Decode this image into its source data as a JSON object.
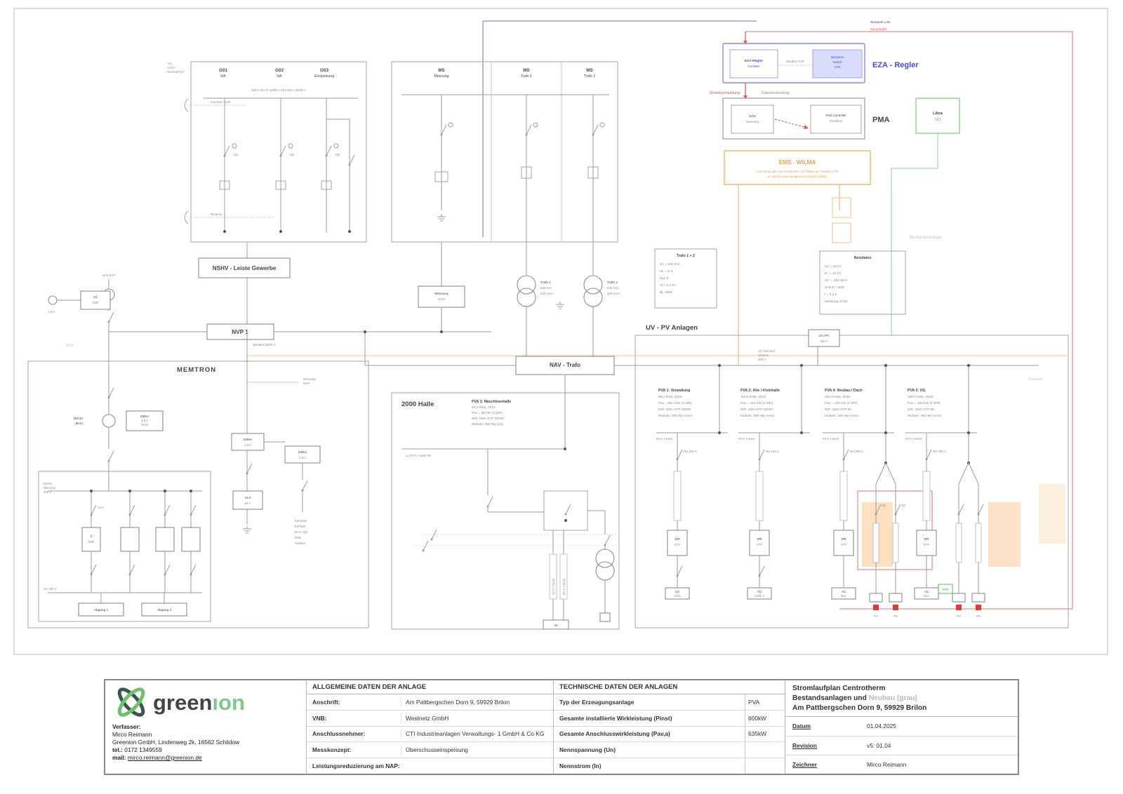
{
  "diagram": {
    "corner_note": [
      "-K1",
      "10 kV",
      "NA2XS(F)2Y"
    ],
    "gewerbe": {
      "headers": [
        [
          "G01",
          "HA"
        ],
        [
          "G02",
          "HA"
        ],
        [
          "G03",
          "Einspeisung"
        ]
      ],
      "field_row": "630 A      NH 3~      630/5 A      NH 250 A      250/5 A",
      "dash_top": "von Netz / UW",
      "dash_bottom": "Reserve",
      "q_labels": [
        "-Q1",
        "-Q2",
        "-Q3"
      ],
      "label_box": "NSHV - Leiste Gewerbe"
    },
    "metering": {
      "nvp_box": "NVP 1",
      "wandler": "Wandler 600/5 A",
      "meter_box": [
        "Z1",
        "kWh"
      ],
      "obis": "1.8.0",
      "src": "vom NVP",
      "gray": "NVP"
    },
    "memtron": {
      "title": "MEMTRON",
      "meter_lines": [
        "Zähler",
        "2.8.0",
        "RLM"
      ],
      "left_note": [
        "NSHV",
        "Büro"
      ],
      "sub_top": [
        "NSHV",
        "Memtron",
        "400 V"
      ],
      "sub_bottom": "UV 400 V",
      "fuse_label": "16 A",
      "mid_box": [
        "Z",
        "kWh"
      ],
      "outgoing": [
        "Abgang 1",
        "Abgang 2"
      ],
      "mid_box1": [
        "Zähler",
        "1.8.0"
      ],
      "mid_box2": [
        "Zähler",
        "2.8.0"
      ],
      "mid_box3": [
        "SLS",
        "63 A"
      ],
      "nap_note": [
        "Messung",
        "NAP"
      ],
      "mid_note": [
        "Kaskade",
        "EnFluRi",
        "60 % dyn.",
        "RSE",
        "Modbus"
      ]
    },
    "ms": {
      "headers": [
        [
          "MS",
          "Messung"
        ],
        [
          "MS",
          "Trafo 1"
        ],
        [
          "MS",
          "Trafo 2"
        ]
      ],
      "messung_box": [
        "Messung",
        "10 kV"
      ],
      "trafo1": [
        "Trafo 1",
        "630 kVA",
        "10/0,4 kV"
      ],
      "trafo2": [
        "Trafo 2",
        "630 kVA",
        "10/0,4 kV"
      ],
      "nav_box": "NAV - Trafo",
      "databox1_title": "Trafo 1 + 2",
      "databox1": [
        "Sn = 630 kVA",
        "uk = 6 %",
        "Dyn 5",
        "10 / 0,4 kV",
        "Bj. 1996"
      ],
      "databox2_title": "Netzdaten",
      "databox2": [
        "Un = 10 kV",
        "Ik'' = 16 kA",
        "Sk'' = 280 MVA",
        "Schutz: UMZ",
        "t = 0,3 s",
        "Messung: RLM"
      ]
    },
    "halle": {
      "title": "2000 Halle",
      "pva3": [
        "PVA 3:  Maschinenhalle",
        "84,2 kWp,  2012",
        "Pav = 68 kW  (3 WR)",
        "WR:  SMA STP 20000",
        "Module:  260 Wp poly"
      ],
      "bus_note": "L1   NYY-J 4x50   SE",
      "cable1": "NYY-J 5x16",
      "cable2": "NYY-J 5x16",
      "small_box": "AV"
    },
    "pv": {
      "section_title": "UV - PV Anlagen",
      "feed_box": [
        "UV PV",
        "250 A"
      ],
      "feed_note": [
        "AC-Sammel-",
        "schiene",
        "400 V"
      ],
      "groups": [
        {
          "header": [
            "PVA 1:  Verwaltung",
            "99,4 kWp,  2016",
            "Pav = 99,4 kW  (4 WR)",
            "WR:  SMA STP 25000",
            "Module:  380 Wp mono"
          ],
          "fuse": "NH 160 A",
          "wr": [
            "WR",
            "STP"
          ],
          "end": [
            "UV",
            "Verw."
          ],
          "cable": "NYY-J 5x16"
        },
        {
          "header": [
            "PVA 2:  Alte / Kleinhalle",
            "119,6 kWp,  2018",
            "Pav = 110 kW  (4 WR)",
            "WR:  SMA STP 25000",
            "Module:  380 Wp mono"
          ],
          "fuse": "NH 160 A",
          "wr": [
            "WR",
            "STP"
          ],
          "end": [
            "UV",
            "Halle 2"
          ],
          "cable": "NYY-J 5x16"
        },
        {
          "header": [
            "PVA 4:  Neubau / Dach",
            "201,6 kWp,  2025",
            "Pav = 184 kW  (2 WR)",
            "WR:  SMA STP 50",
            "Module:  460 Wp mono"
          ],
          "fuse": "NH 250 A",
          "wr": [
            "WR",
            "STP"
          ],
          "end": [
            "AC",
            "Box"
          ],
          "cable": "NYY-J 5x25"
        },
        {
          "header": [
            "PVA 5:  UG",
            "198,0 kWp,  2025",
            "Pav = 184 kW  (2 WR)",
            "WR:  SMA STP 50",
            "Module:  460 Wp mono"
          ],
          "fuse": "NH 250 A",
          "wr": [
            "WR",
            "STP"
          ],
          "end": [
            "AC",
            "Box"
          ],
          "cable": "NYY-J 5x25"
        }
      ],
      "branch_labels": [
        "-Q1",
        "-Q2"
      ],
      "dc_label": "PV",
      "green_tag": "SPD",
      "gray_note": "Bestandsanlage",
      "reserve_note": "Reserve"
    },
    "control": {
      "eza_inner1": [
        "EZA-Regler",
        "ComBox"
      ],
      "eza_inner2": [
        "Netzwerk",
        "Switch",
        "LAN"
      ],
      "eza_link": "Modbus TCP",
      "eza_title": "EZA - Regler",
      "red_note": "Direktvermarktung",
      "data_note": "Datenverbindung",
      "ppc_inner1": [
        "EZS",
        "Messung"
      ],
      "ppc_inner2": [
        "Park Controller",
        "(Modbus)"
      ],
      "ppc_title": "PMA",
      "green_box": [
        "Libra",
        "GO"
      ],
      "ems_title": "EMS - WiLMA",
      "ems_sub1": "Anbindung aller Wechselrichter und Zähler per Modbus TCP",
      "ems_sub2": "an das Energiemanagement-System (EMS)",
      "top_black_note": "Netzwerk LAN",
      "top_red_note": "Steuerkabel"
    }
  },
  "titleblock": {
    "brand": {
      "word1": "green",
      "word2": "ıon"
    },
    "author": {
      "heading": "Verfasser:",
      "name": "Mirco Reimann",
      "company": "Greenion GmbH, Lindenweg 2k, 16562 Schildow",
      "tel_label": "tel.:",
      "tel": "0172 1349559",
      "mail_label": "mail:",
      "mail": "mirco.reimann@greenion.de"
    },
    "general": {
      "title": "ALLGEMEINE DATEN DER ANLAGE",
      "rows": [
        {
          "label": "Anschrift:",
          "value": "Am Pattbergschen Dorn 9, 59929 Brilon"
        },
        {
          "label": "VNB:",
          "value": "Westnetz GmbH"
        },
        {
          "label": "Anschlussnehmer:",
          "value": "CTI Industrieanlagen Verwaltungs- 1 GmbH & Co KG"
        },
        {
          "label": "Messkonzept:",
          "value": "Überschusseinspeisung"
        },
        {
          "label": "Leistungsreduzierung am NAP:",
          "value": ""
        }
      ]
    },
    "technical": {
      "title": "TECHNISCHE DATEN DER ANLAGEN",
      "rows": [
        {
          "label": "Typ der Erzeugungsanlage",
          "value": "PVA"
        },
        {
          "label": "Gesamte installierte Wirkleistung (Pinst)",
          "value": "600kW"
        },
        {
          "label": "Gesamte Anschlusswirkleistung (Pav,a)",
          "value": "635kW"
        },
        {
          "label": "Nennspannung (Un)",
          "value": ""
        },
        {
          "label": "Nennstrom (In)",
          "value": ""
        }
      ]
    },
    "drawing": {
      "title_line1": "Stromlaufplan Centrotherm",
      "title_line2": "Bestandsanlagen und",
      "title_line2_gray": "Neubau (grau)",
      "title_line3": "Am Pattbergschen Dorn 9, 59929 Brilon",
      "rows": [
        {
          "label": "Datum",
          "value": "01.04.2025"
        },
        {
          "label": "Revision",
          "value": "v5: 01.04"
        },
        {
          "label": "Zeichner",
          "value": "Mirco Reimann"
        }
      ]
    }
  }
}
